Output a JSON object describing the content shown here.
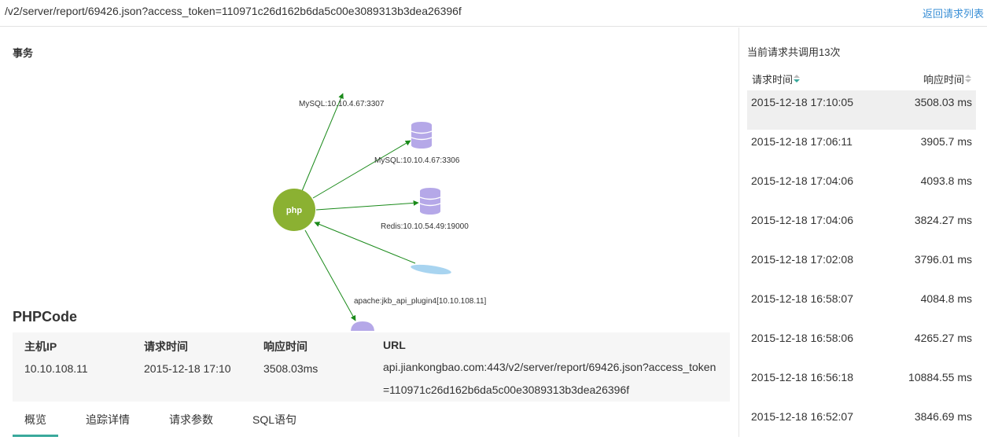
{
  "header": {
    "url": "/v2/server/report/69426.json?access_token=110971c26d162b6da5c00e3089313b3dea26396f",
    "back_link": "返回请求列表"
  },
  "transaction": {
    "title": "事务",
    "center_label": "php",
    "nodes": [
      {
        "label": "MySQL:10.10.4.67:3307"
      },
      {
        "label": "MySQL:10.10.4.67:3306"
      },
      {
        "label": "Redis:10.10.54.49:19000"
      },
      {
        "label": "apache:jkb_api_plugin4[10.10.108.11]"
      }
    ],
    "colors": {
      "php": "#8bb132",
      "db": "#b5a8e8",
      "edge": "#1a8a1a",
      "web": "#a8d4f0"
    }
  },
  "phpcode": {
    "title": "PHPCode",
    "headers": [
      "主机IP",
      "请求时间",
      "响应时间",
      "URL"
    ],
    "values": {
      "ip": "10.10.108.11",
      "time": "2015-12-18 17:10",
      "resp": "3508.03ms",
      "url": "api.jiankongbao.com:443/v2/server/report/69426.json?access_token=110971c26d162b6da5c00e3089313b3dea26396f"
    }
  },
  "tabs": [
    "概览",
    "追踪详情",
    "请求参数",
    "SQL语句"
  ],
  "sidebar": {
    "call_count": "当前请求共调用13次",
    "col_time": "请求时间",
    "col_resp": "响应时间",
    "rows": [
      {
        "time": "2015-12-18 17:10:05",
        "resp": "3508.03 ms"
      },
      {
        "time": "2015-12-18 17:06:11",
        "resp": "3905.7 ms"
      },
      {
        "time": "2015-12-18 17:04:06",
        "resp": "4093.8 ms"
      },
      {
        "time": "2015-12-18 17:04:06",
        "resp": "3824.27 ms"
      },
      {
        "time": "2015-12-18 17:02:08",
        "resp": "3796.01 ms"
      },
      {
        "time": "2015-12-18 16:58:07",
        "resp": "4084.8 ms"
      },
      {
        "time": "2015-12-18 16:58:06",
        "resp": "4265.27 ms"
      },
      {
        "time": "2015-12-18 16:56:18",
        "resp": "10884.55 ms"
      },
      {
        "time": "2015-12-18 16:52:07",
        "resp": "3846.69 ms"
      }
    ]
  }
}
